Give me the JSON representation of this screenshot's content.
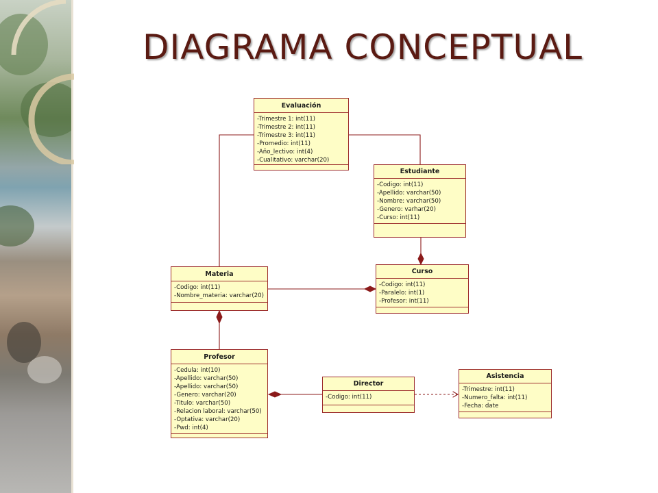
{
  "slide": {
    "title": "DIAGRAMA CONCEPTUAL"
  },
  "diagram": {
    "classes": {
      "evaluacion": {
        "name": "Evaluación",
        "attributes": [
          "-Trimestre 1: int(11)",
          "-Trimestre 2: int(11)",
          "-Trimestre 3: int(11)",
          "-Promedio: int(11)",
          "-Año_lectivo: int(4)",
          "-Cualitativo: varchar(20)"
        ]
      },
      "estudiante": {
        "name": "Estudiante",
        "attributes": [
          "-Codigo: int(11)",
          "-Apellido: varchar(50)",
          "-Nombre: varchar(50)",
          "-Genero: varhar(20)",
          "-Curso: int(11)"
        ]
      },
      "materia": {
        "name": "Materia",
        "attributes": [
          "-Codigo: int(11)",
          "-Nombre_materia: varchar(20)"
        ]
      },
      "curso": {
        "name": "Curso",
        "attributes": [
          "-Codigo: int(11)",
          "-Paralelo: int(1)",
          "-Profesor: int(11)"
        ]
      },
      "profesor": {
        "name": "Profesor",
        "attributes": [
          "-Cedula: int(10)",
          "-Apellido: varchar(50)",
          "-Apellido: varchar(50)",
          "-Genero: varchar(20)",
          "-Titulo: varchar(50)",
          "-Relacion laboral: varchar(50)",
          "-Optativa: varchar(20)",
          "-Pwd: int(4)"
        ]
      },
      "director": {
        "name": "Director",
        "attributes": [
          "-Codigo: int(11)"
        ]
      },
      "asistencia": {
        "name": "Asistencia",
        "attributes": [
          "-Trimestre: int(11)",
          "-Numero_falta: int(11)",
          "-Fecha: date"
        ]
      }
    },
    "relations": [
      {
        "from": "materia",
        "to": "evaluacion",
        "kind": "association"
      },
      {
        "from": "evaluacion",
        "to": "estudiante",
        "kind": "association"
      },
      {
        "from": "estudiante",
        "to": "curso",
        "kind": "composition"
      },
      {
        "from": "materia",
        "to": "curso",
        "kind": "composition"
      },
      {
        "from": "profesor",
        "to": "materia",
        "kind": "composition"
      },
      {
        "from": "director",
        "to": "profesor",
        "kind": "composition"
      },
      {
        "from": "director",
        "to": "asistencia",
        "kind": "dependency"
      }
    ]
  },
  "colors": {
    "title": "#5a1a12",
    "class_fill": "#fefdc6",
    "class_border": "#9c2b2b",
    "connector": "#8b1a1a"
  }
}
